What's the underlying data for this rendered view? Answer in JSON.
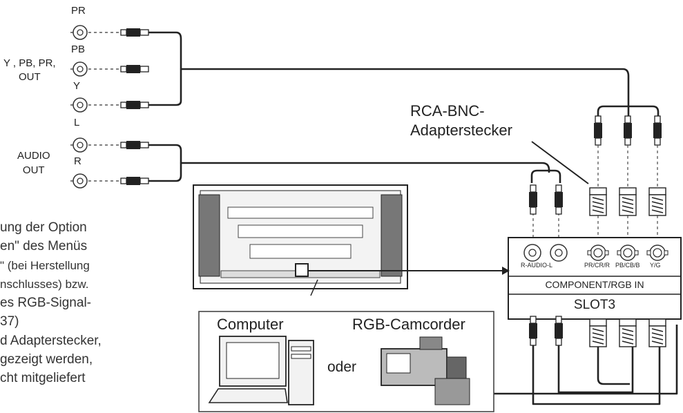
{
  "source_labels": {
    "pr": "PR",
    "pb": "PB",
    "y": "Y",
    "l": "L",
    "r": "R",
    "video_out": "Y , PB, PR,\nOUT",
    "audio_out": "AUDIO\nOUT"
  },
  "adapter": {
    "label_line1": "RCA-BNC-",
    "label_line2": "Adapterstecker"
  },
  "terminal_board": {
    "jacks": [
      "R-AUDIO-L",
      "PR/CR/R",
      "PB/CB/B",
      "Y/G"
    ],
    "board_label": "COMPONENT/RGB IN",
    "slot_label": "SLOT3"
  },
  "devices": {
    "computer": "Computer",
    "or": "oder",
    "camcorder": "RGB-Camcorder"
  },
  "body_text": [
    "ung der Option",
    "en\" des Menüs",
    "\" (bei Herstellung",
    "nschlusses) bzw.",
    "es RGB-Signal-",
    "37)",
    "d Adapterstecker,",
    "gezeigt werden,",
    "cht mitgeliefert"
  ]
}
